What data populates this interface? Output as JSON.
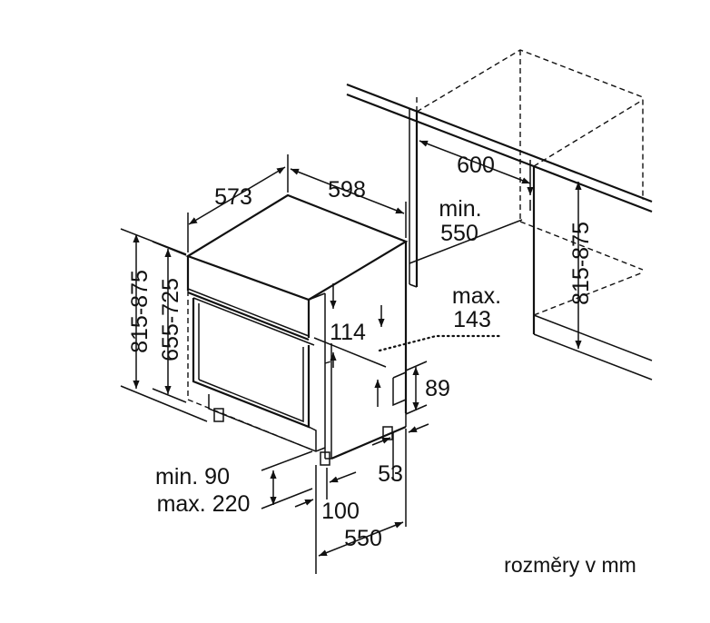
{
  "dimensions": {
    "width_front": "598",
    "depth_side": "573",
    "height_total": "815-875",
    "height_body": "655-725",
    "niche_width": "600",
    "niche_depth_label": "min.",
    "niche_depth_value": "550",
    "niche_height": "815-875",
    "panel_max_label": "max.",
    "panel_max_value": "143",
    "panel_height": "114",
    "plinth_height": "89",
    "plinth_recess": "53",
    "plinth_range_min": "min. 90",
    "plinth_range_max": "max. 220",
    "foot_offset": "100",
    "depth_bottom": "550"
  },
  "caption": "rozměry v mm"
}
